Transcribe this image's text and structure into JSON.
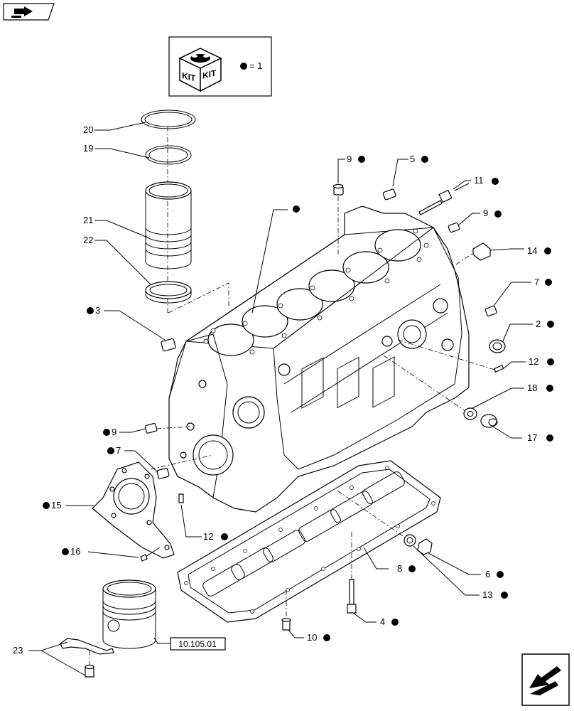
{
  "legend": {
    "kit_text": "KIT",
    "equals_text": "= 1"
  },
  "reference_box": "10.105.01",
  "callouts": [
    {
      "id": "c20",
      "num": "20"
    },
    {
      "id": "c19",
      "num": "19"
    },
    {
      "id": "c21",
      "num": "21"
    },
    {
      "id": "c22",
      "num": "22"
    },
    {
      "id": "c9a",
      "num": "9"
    },
    {
      "id": "c5",
      "num": "5"
    },
    {
      "id": "c11",
      "num": "11"
    },
    {
      "id": "c9b",
      "num": "9"
    },
    {
      "id": "c14",
      "num": "14"
    },
    {
      "id": "c7a",
      "num": "7"
    },
    {
      "id": "c2",
      "num": "2"
    },
    {
      "id": "c12a",
      "num": "12"
    },
    {
      "id": "c18",
      "num": "18"
    },
    {
      "id": "c17",
      "num": "17"
    },
    {
      "id": "c3",
      "num": "3"
    },
    {
      "id": "c9c",
      "num": "9"
    },
    {
      "id": "c7b",
      "num": "7"
    },
    {
      "id": "c15",
      "num": "15"
    },
    {
      "id": "c12b",
      "num": "12"
    },
    {
      "id": "c16",
      "num": "16"
    },
    {
      "id": "c8",
      "num": "8"
    },
    {
      "id": "c6",
      "num": "6"
    },
    {
      "id": "c13",
      "num": "13"
    },
    {
      "id": "c4",
      "num": "4"
    },
    {
      "id": "c10",
      "num": "10"
    },
    {
      "id": "c23",
      "num": "23"
    }
  ],
  "icons": {
    "top_left": "book-arrow-icon",
    "bottom_right": "next-page-arrow-icon",
    "kit": "kit-box-icon",
    "bullet": "kit-bullet-dot"
  }
}
